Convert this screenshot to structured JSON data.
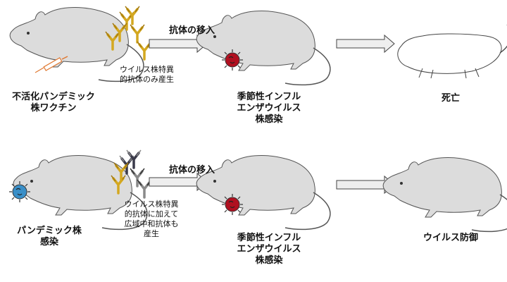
{
  "row1": {
    "vaccine_label": [
      "不活化パンデミック",
      "株ワクチン"
    ],
    "transfer_label": "抗体の移入",
    "antibody_note": [
      "ウイルス株特異",
      "的抗体のみ産生"
    ],
    "challenge_label": [
      "季節性インフル",
      "エンザウイルス",
      "株感染"
    ],
    "outcome_label": "死亡"
  },
  "row2": {
    "infection_label": [
      "パンデミック株",
      "感染"
    ],
    "transfer_label": "抗体の移入",
    "antibody_note": [
      "ウイルス株特異",
      "的抗体に加えて",
      "広域中和抗体も",
      "産生"
    ],
    "challenge_label": [
      "季節性インフル",
      "エンザウイルス",
      "株感染"
    ],
    "outcome_label": "ウイルス防御"
  },
  "colors": {
    "mouse_fill": "#dcdcdc",
    "arrow_fill": "#eeeeee",
    "antibody_gold": "#d4a820",
    "antibody_grey": "#777777",
    "antibody_dark": "#3a3a4a",
    "seasonal_virus": "#b01020",
    "pandemic_virus": "#3a8fc8",
    "syringe": "#e07830"
  },
  "icons": [
    "mouse-icon",
    "syringe-icon",
    "antibody-icon",
    "virus-icon",
    "arrow-icon",
    "dead-mouse-icon"
  ]
}
